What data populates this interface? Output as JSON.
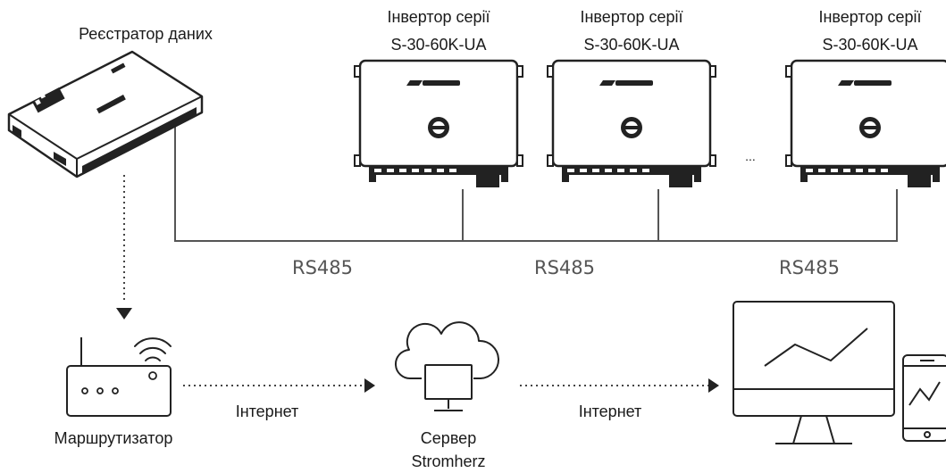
{
  "datalogger": {
    "label": "Реєстратор даних"
  },
  "inverters": [
    {
      "title_line1": "Інвертор серії",
      "title_line2": "S-30-60K-UA"
    },
    {
      "title_line1": "Інвертор серії",
      "title_line2": "S-30-60K-UA"
    },
    {
      "title_line1": "Інвертор серії",
      "title_line2": "S-30-60K-UA"
    }
  ],
  "inverter_gap": {
    "ellipsis": "..."
  },
  "bus_labels": [
    "RS485",
    "RS485",
    "RS485"
  ],
  "router": {
    "label": "Маршрутизатор"
  },
  "links": {
    "internet_1": "Інтернет",
    "internet_2": "Інтернет"
  },
  "server": {
    "label_line1": "Сервер",
    "label_line2": "Stromherz"
  },
  "colors": {
    "line": "#555555",
    "device": "#222222",
    "text": "#1a1a1a"
  }
}
